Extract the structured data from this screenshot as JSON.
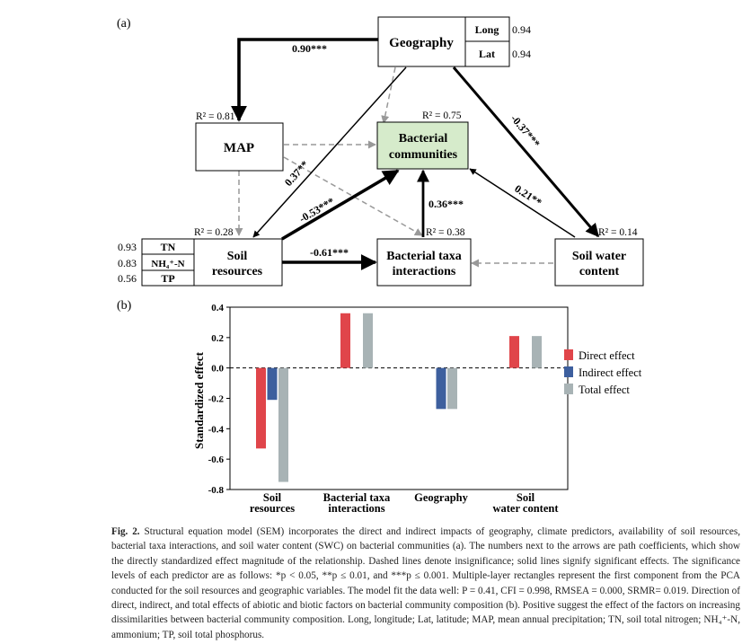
{
  "panel_a": {
    "label": "(a)",
    "nodes": {
      "geography": "Geography",
      "long": "Long",
      "lat": "Lat",
      "long_value": "0.94",
      "lat_value": "0.94",
      "map": "MAP",
      "map_r2": "R² = 0.81",
      "bacterial_line1": "Bacterial",
      "bacterial_line2": "communities",
      "bacterial_r2": "R² = 0.75",
      "soil_line1": "Soil",
      "soil_line2": "resources",
      "soil_r2": "R² = 0.28",
      "tn": "TN",
      "nh4": "NH₄⁺-N",
      "tp": "TP",
      "tn_value": "0.93",
      "nh4_value": "0.83",
      "tp_value": "0.56",
      "taxa_line1": "Bacterial taxa",
      "taxa_line2": "interactions",
      "taxa_r2": "R² = 0.38",
      "swc_line1": "Soil water",
      "swc_line2": "content",
      "swc_r2": "R² = 0.14"
    },
    "paths": {
      "geo_map": "0.90***",
      "geo_soil": "0.37**",
      "geo_swc": "-0.37***",
      "soil_bact": "-0.53***",
      "taxa_bact": "0.36***",
      "soil_taxa": "-0.61***",
      "swc_bact": "0.21**"
    }
  },
  "panel_b": {
    "label": "(b)",
    "ylabel": "Standardized effect",
    "legend": [
      "Direct effect",
      "Indirect effect",
      "Total effect"
    ]
  },
  "chart_data": {
    "type": "bar",
    "categories": [
      "Soil resources",
      "Bacterial taxa interactions",
      "Geography",
      "Soil water content"
    ],
    "category_lines": [
      [
        "Soil",
        "resources"
      ],
      [
        "Bacterial taxa",
        "interactions"
      ],
      [
        "Geography"
      ],
      [
        "Soil",
        "water content"
      ]
    ],
    "series": [
      {
        "name": "Direct effect",
        "values": [
          -0.53,
          0.36,
          null,
          0.21
        ],
        "color": "#e0454a"
      },
      {
        "name": "Indirect effect",
        "values": [
          -0.21,
          null,
          -0.27,
          null
        ],
        "color": "#3d5f9e"
      },
      {
        "name": "Total effect",
        "values": [
          -0.75,
          0.36,
          -0.27,
          0.21
        ],
        "color": "#a8b3b5"
      }
    ],
    "ylabel": "Standardized effect",
    "ylim": [
      -0.8,
      0.4
    ],
    "yticks": [
      "0.4",
      "0.2",
      "0.0",
      "-0.2",
      "-0.4",
      "-0.6",
      "-0.8"
    ],
    "zero_line": "dashed",
    "legend_position": "right"
  },
  "caption": {
    "label": "Fig. 2.",
    "text": " Structural equation model (SEM) incorporates the direct and indirect impacts of geography, climate predictors, availability of soil resources, bacterial taxa interactions, and soil water content (SWC) on bacterial communities (a). The numbers next to the arrows are path coefficients, which show the directly standardized effect magnitude of the relationship. Dashed lines denote insignificance; solid lines signify significant effects. The significance levels of each predictor are as follows: *p < 0.05, **p ≤ 0.01, and ***p ≤ 0.001. Multiple-layer rectangles represent the first component from the PCA conducted for the soil resources and geographic variables. The model fit the data well: P = 0.41, CFI = 0.998, RMSEA = 0.000, SRMR= 0.019. Direction of direct, indirect, and total effects of abiotic and biotic factors on bacterial community composition (b). Positive suggest the effect of the factors on increasing dissimilarities between bacterial community composition. Long, longitude; Lat, latitude; MAP, mean annual precipitation; TN, soil total nitrogen; NH₄⁺-N, ammonium; TP, soil total phosphorus."
  }
}
